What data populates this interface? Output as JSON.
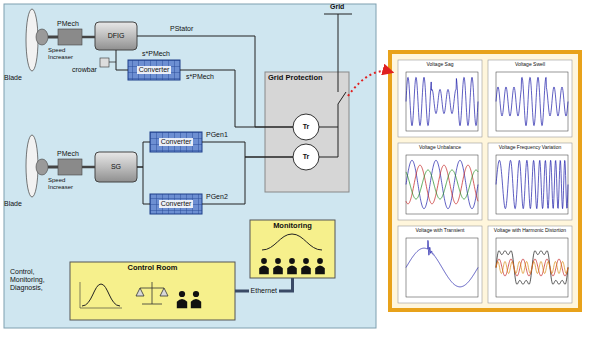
{
  "diagram": {
    "nodes": [
      {
        "text": [
          "DFIG"
        ]
      },
      {
        "text": [
          "Converter"
        ]
      },
      {
        "text": [
          "SG"
        ]
      },
      {
        "text": [
          "Converter"
        ]
      },
      {
        "text": [
          "Converter"
        ]
      },
      {
        "text": [
          "Grid Protection"
        ]
      },
      {
        "text": [
          "Tr"
        ],
        "in": 5
      },
      {
        "text": [
          "Tr"
        ],
        "in": 5
      },
      {
        "text": [
          "Control Room"
        ]
      },
      {
        "text": [
          "Monitoring"
        ]
      },
      {
        "text": [
          "Voltage Sag"
        ]
      },
      {
        "text": [
          "Voltage Swell"
        ]
      },
      {
        "text": [
          "Voltage Unbalance"
        ]
      },
      {
        "text": [
          "Voltage Frequency Variation"
        ]
      },
      {
        "text": [
          "Voltage with Transient"
        ]
      },
      {
        "text": [
          "Voltage with Harmonic Distortion"
        ]
      }
    ],
    "edges": [
      {
        "from": 0,
        "to": 1,
        "arrow": "none"
      },
      {
        "from": 0,
        "to": 6,
        "arrow": "none"
      },
      {
        "from": 1,
        "to": 6,
        "arrow": "none"
      },
      {
        "from": 2,
        "to": 3,
        "arrow": "none"
      },
      {
        "from": 2,
        "to": 4,
        "arrow": "none"
      },
      {
        "from": 3,
        "to": 7,
        "arrow": "none"
      },
      {
        "from": 4,
        "to": 7,
        "arrow": "none"
      },
      {
        "from": 8,
        "to": 9,
        "label": "Ethernet",
        "arrow": "none"
      }
    ],
    "labels": [
      "Grid",
      "PMech",
      "Blade",
      "Speed Increaser",
      "crowbar",
      "s*PMech",
      "PStator",
      "s*PMech",
      "PMech",
      "Blade",
      "Speed Increaser",
      "PGen1",
      "PGen2",
      "Control, Monitoring, Diagnosis,"
    ]
  }
}
